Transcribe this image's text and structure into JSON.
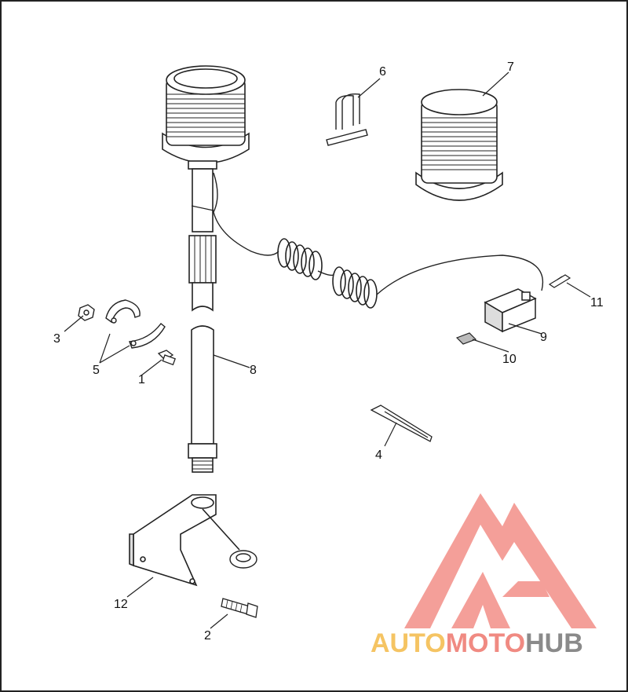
{
  "callouts": {
    "c1": "1",
    "c2": "2",
    "c3": "3",
    "c4": "4",
    "c5": "5",
    "c6": "6",
    "c7": "7",
    "c8": "8",
    "c9": "9",
    "c10": "10",
    "c11": "11",
    "c12": "12"
  },
  "watermark": {
    "part_a": "AUTO",
    "part_b": "MOTO",
    "part_c": "HUB",
    "color_a": "#f5c463",
    "color_b": "#f08a82",
    "color_c": "#8a8a8a"
  },
  "colors": {
    "line": "#222222",
    "logo": "#f3958e"
  }
}
